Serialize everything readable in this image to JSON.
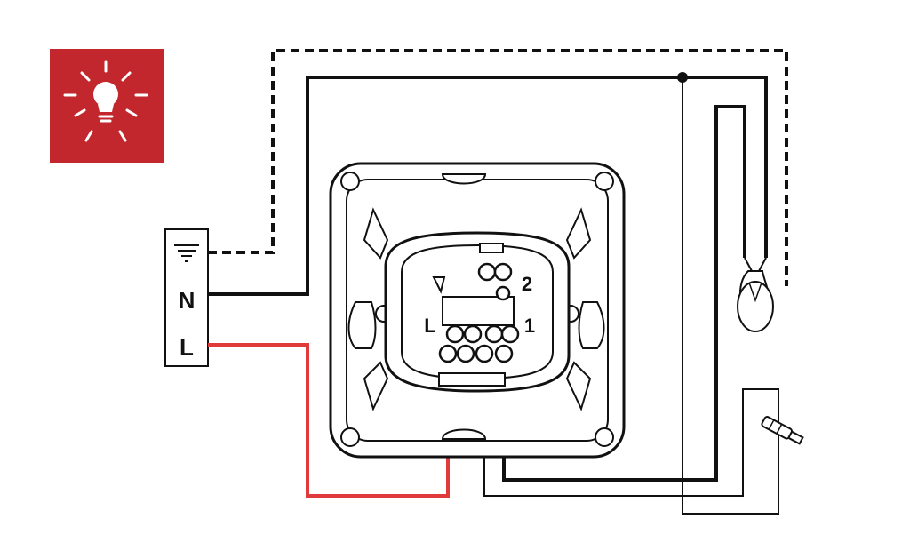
{
  "terminal_block": {
    "ground_symbol": "earth-ground-icon",
    "neutral_label": "N",
    "live_label": "L"
  },
  "switch": {
    "terminal_live": "L",
    "terminal_one": "1",
    "terminal_two": "2"
  },
  "badge": {
    "icon": "light-bulb-icon",
    "background": "#C1272D"
  },
  "colors": {
    "live_wire": "#E03A3A",
    "neutral_wire": "#111111",
    "earth_wire": "#111111",
    "frame_outline": "#111111"
  }
}
